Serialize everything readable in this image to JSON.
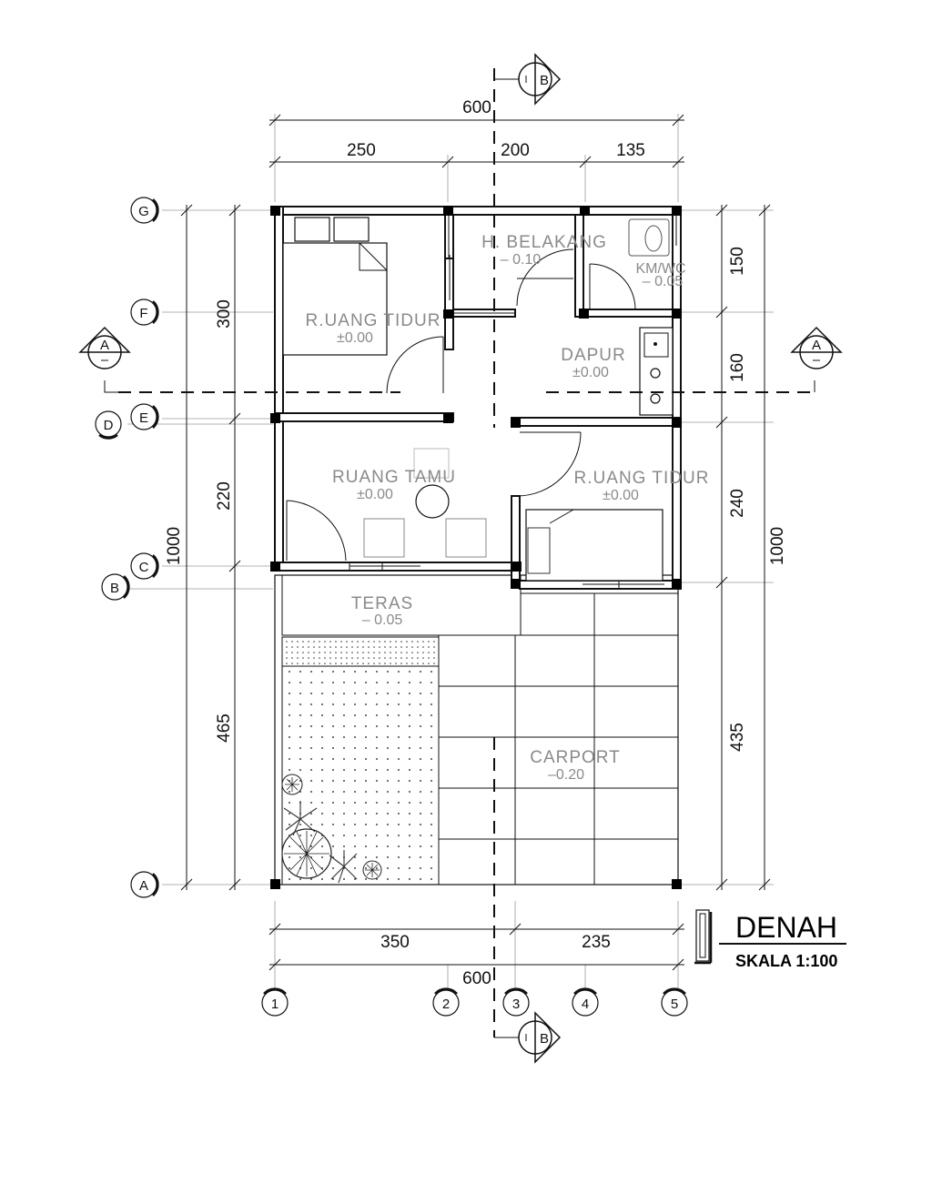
{
  "drawing": {
    "title": "DENAH",
    "scale": "SKALA  1:100"
  },
  "dimensions": {
    "top_total": "600",
    "top_a": "250",
    "top_b": "200",
    "top_c": "135",
    "bottom_a": "350",
    "bottom_b": "235",
    "bottom_total": "600",
    "left_a": "300",
    "left_b": "220",
    "left_total": "1000",
    "left_c": "465",
    "right_a": "150",
    "right_b": "160",
    "right_c": "240",
    "right_total": "1000",
    "right_d": "435"
  },
  "grid_axes": {
    "rows": [
      "G",
      "F",
      "E",
      "D",
      "C",
      "B",
      "A"
    ],
    "cols": [
      "1",
      "2",
      "3",
      "4",
      "5"
    ]
  },
  "section_marks": {
    "a_label": "A",
    "b_label": "B"
  },
  "rooms": {
    "bed1_name": "R.UANG  TIDUR",
    "bed1_level": "±0.00",
    "yard_name": "H.   BELAKANG",
    "yard_level": "–  0.10",
    "wc_name": "KM/WC",
    "wc_level": "– 0.05",
    "kitchen_name": "DAPUR",
    "kitchen_level": "±0.00",
    "living_name": "RUANG  TAMU",
    "living_level": "±0.00",
    "bed2_name": "R.UANG  TIDUR",
    "bed2_level": "±0.00",
    "terrace_name": "TERAS",
    "terrace_level": "–  0.05",
    "carport_name": "CARPORT",
    "carport_level": "–0.20"
  }
}
